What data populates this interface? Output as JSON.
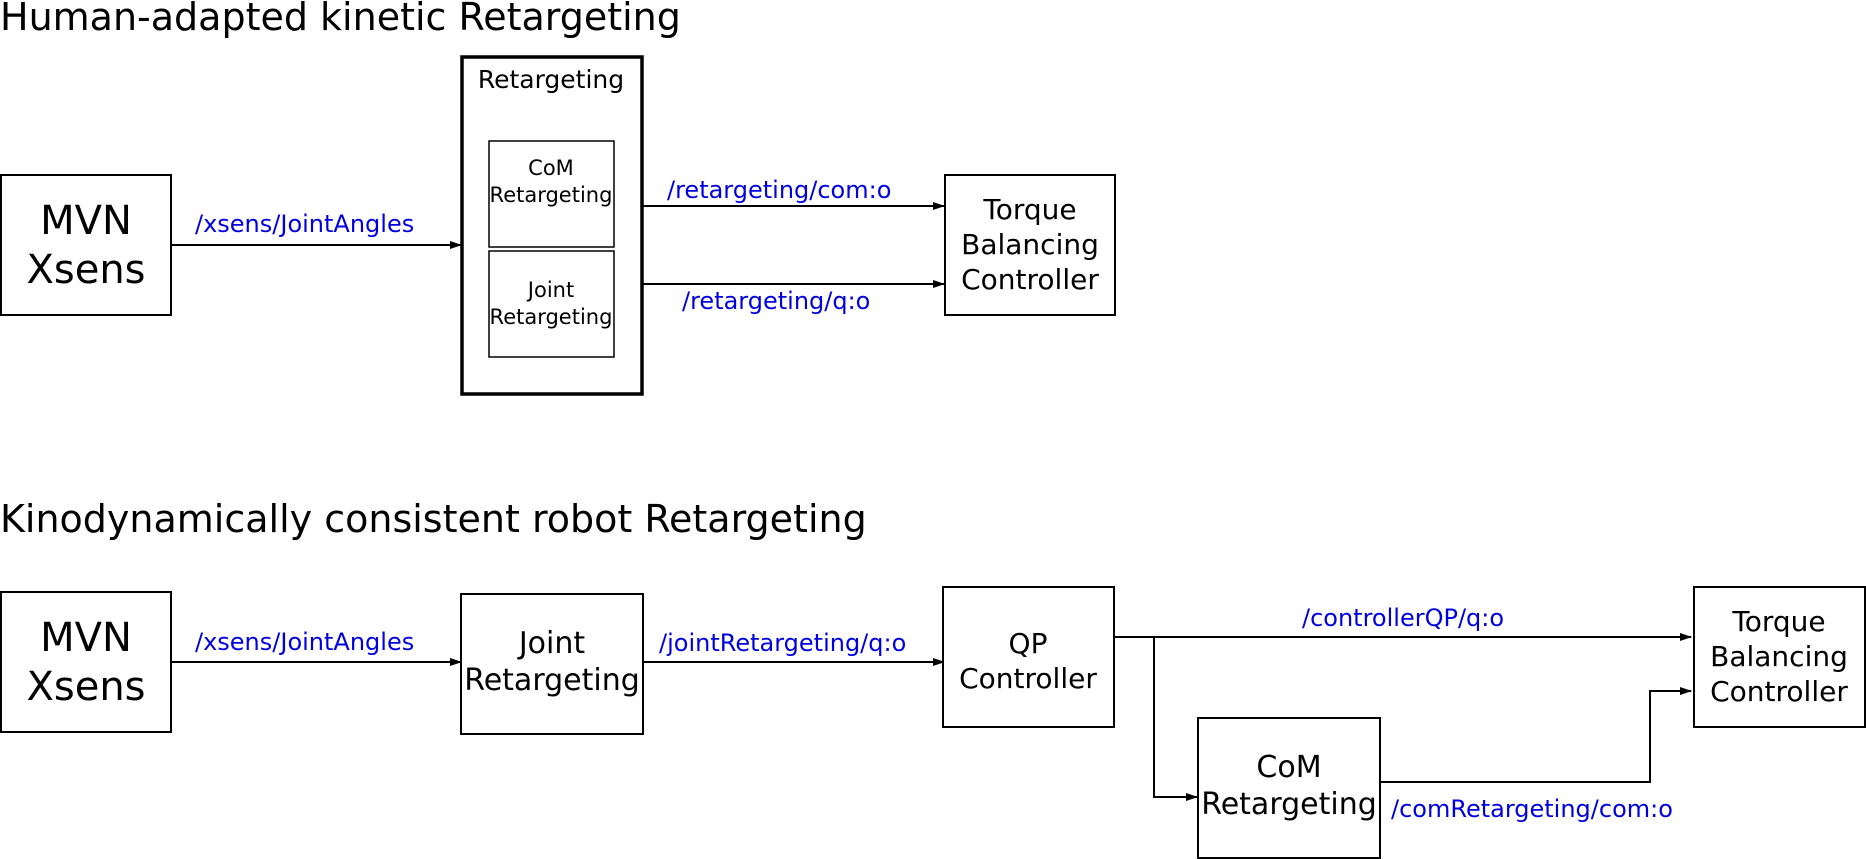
{
  "top": {
    "title": "Human-adapted kinetic Retargeting",
    "mvn": {
      "line1": "MVN",
      "line2": "Xsens"
    },
    "retargeting_group": {
      "label": "Retargeting"
    },
    "com_sub": {
      "line1": "CoM",
      "line2": "Retargeting"
    },
    "joint_sub": {
      "line1": "Joint",
      "line2": "Retargeting"
    },
    "torque": {
      "line1": "Torque",
      "line2": "Balancing",
      "line3": "Controller"
    },
    "topic_joint_angles": "/xsens/JointAngles",
    "topic_com": "/retargeting/com:o",
    "topic_q": "/retargeting/q:o"
  },
  "bottom": {
    "title": "Kinodynamically consistent robot Retargeting",
    "mvn": {
      "line1": "MVN",
      "line2": "Xsens"
    },
    "joint": {
      "line1": "Joint",
      "line2": "Retargeting"
    },
    "qp": {
      "line1": "QP",
      "line2": "Controller"
    },
    "com": {
      "line1": "CoM",
      "line2": "Retargeting"
    },
    "torque": {
      "line1": "Torque",
      "line2": "Balancing",
      "line3": "Controller"
    },
    "topic_joint_angles": "/xsens/JointAngles",
    "topic_joint_q": "/jointRetargeting/q:o",
    "topic_controller_q": "/controllerQP/q:o",
    "topic_com": "/comRetargeting/com:o"
  }
}
